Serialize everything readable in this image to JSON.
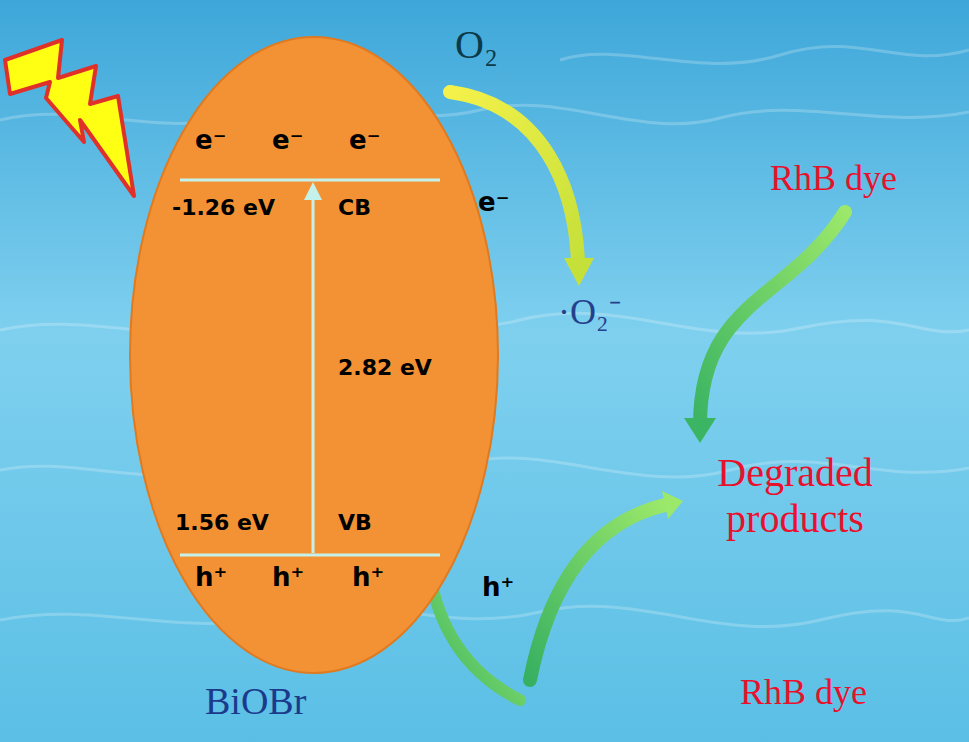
{
  "diagram": {
    "nodes": [
      {
        "text": [
          "e⁻",
          "e⁻",
          "e⁻",
          "-1.26 eV",
          "CB",
          "2.82 eV",
          "1.56 eV",
          "VB",
          "h⁺",
          "h⁺",
          "h⁺",
          "BiOBr"
        ]
      }
    ],
    "labels": [
      "O₂",
      "e⁻",
      "·O₂⁻",
      "RhB dye",
      "Degraded products",
      "h⁺",
      "RhB dye"
    ]
  }
}
